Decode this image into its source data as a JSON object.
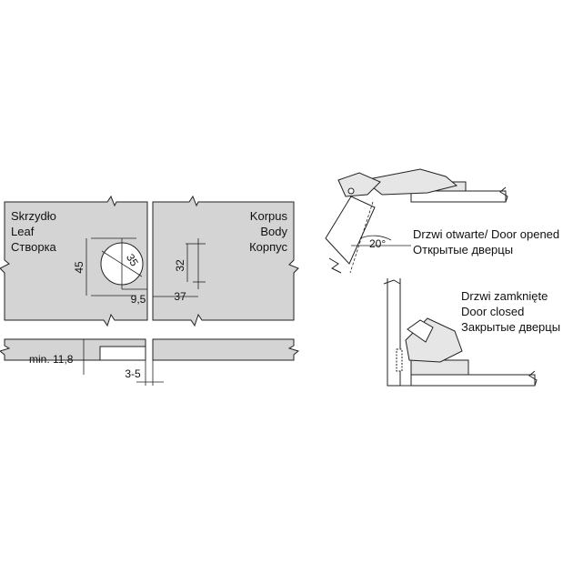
{
  "leaf_labels": [
    "Skrzydło",
    "Leaf",
    "Створка"
  ],
  "body_labels": [
    "Korpus",
    "Body",
    "Корпус"
  ],
  "dimensions": {
    "cup_height": "45",
    "cup_diameter": "35",
    "cup_offset": "9,5",
    "plate_height": "32",
    "plate_offset": "37",
    "min_thickness": "min. 11,8",
    "gap": "3-5",
    "angle": "20°"
  },
  "open_labels": [
    "Drzwi otwarte/ Door opened",
    "Открытые дверцы"
  ],
  "closed_labels": [
    "Drzwi zamknięte",
    "Door closed",
    "Закрытые дверцы"
  ],
  "colors": {
    "panel_fill": "#d4d4d4",
    "line": "#222222",
    "part_fill": "#e6e6e6"
  }
}
